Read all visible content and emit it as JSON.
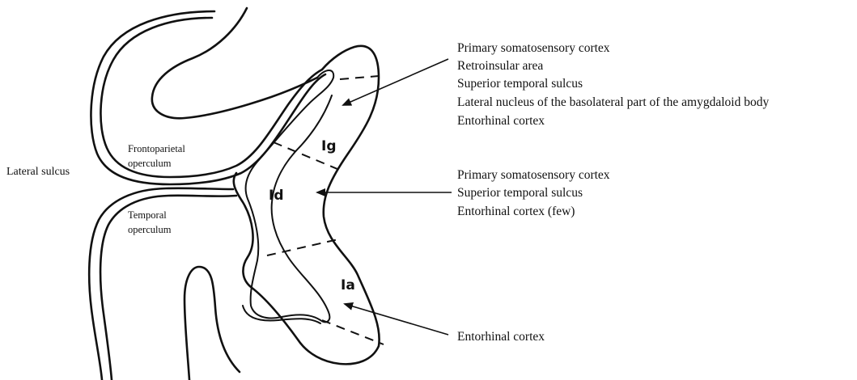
{
  "labels": {
    "lateral_sulcus": "Lateral sulcus",
    "frontoparietal_operculum": [
      "Frontoparietal",
      "operculum"
    ],
    "temporal_operculum": [
      "Temporal",
      "operculum"
    ]
  },
  "regions": {
    "ig": "Ig",
    "id": "Id",
    "ia": "Ia"
  },
  "connections": {
    "ig": [
      "Primary somatosensory cortex",
      "Retroinsular area",
      "Superior temporal sulcus",
      "Lateral nucleus of the basolateral part of the amygdaloid body",
      "Entorhinal cortex"
    ],
    "id": [
      "Primary somatosensory cortex",
      "Superior temporal sulcus",
      "Entorhinal cortex (few)"
    ],
    "ia": [
      "Entorhinal cortex"
    ]
  }
}
